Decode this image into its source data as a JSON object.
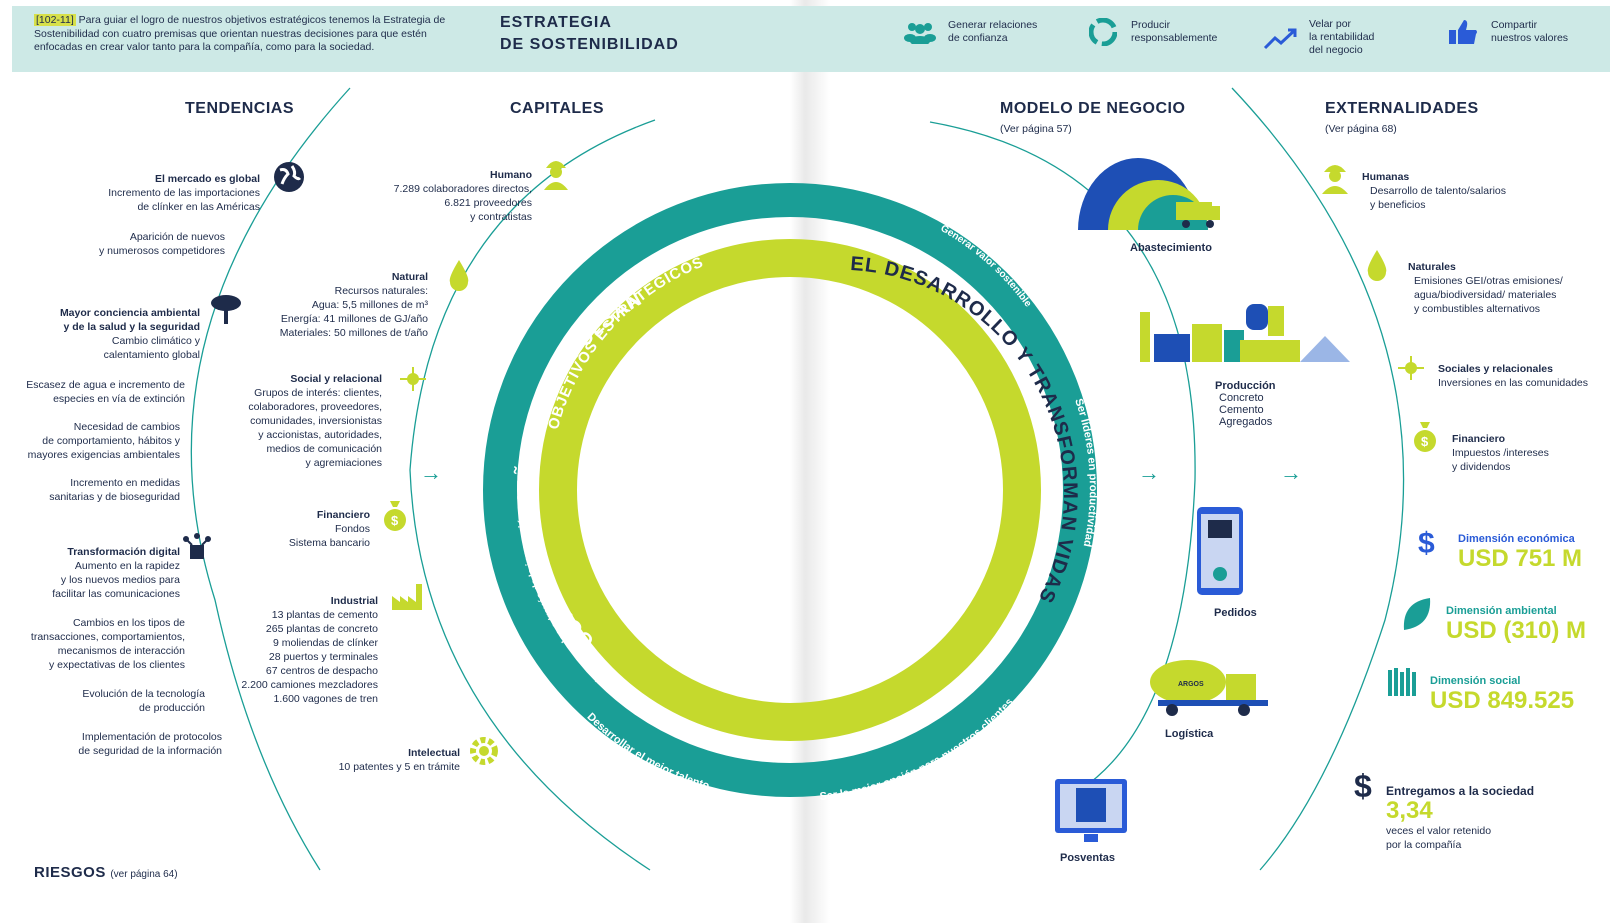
{
  "banner": {
    "tag": "[102-11]",
    "intro": "Para guiar el logro de nuestros objetivos estratégicos tenemos la Estrategia de Sostenibilidad con cuatro premisas que orientan nuestras decisiones para que estén enfocadas en crear valor tanto para la compañía, como para la sociedad.",
    "title_line1": "ESTRATEGIA",
    "title_line2": "DE SOSTENIBILIDAD",
    "premises": [
      {
        "icon": "people-icon",
        "label": "Generar relaciones\nde confianza"
      },
      {
        "icon": "recycle-icon",
        "label": "Producir\nresponsablemente"
      },
      {
        "icon": "trend-up-icon",
        "label": "Velar por\nla rentabilidad\ndel negocio"
      },
      {
        "icon": "thumbs-up-icon",
        "label": "Compartir\nnuestros valores"
      }
    ]
  },
  "tendencias": {
    "heading": "TENDENCIAS",
    "items": [
      {
        "title": "El mercado es global",
        "text": "Incremento de las importaciones\nde clínker en las Américas"
      },
      {
        "title": "",
        "text": "Aparición de nuevos\ny numerosos competidores"
      },
      {
        "title": "Mayor conciencia ambiental\ny de la salud y la seguridad",
        "text": "Cambio climático y\ncalentamiento global"
      },
      {
        "title": "",
        "text": "Escasez de agua e incremento de\nespecies en vía de extinción"
      },
      {
        "title": "",
        "text": "Necesidad de cambios\nde comportamiento, hábitos y\nmayores exigencias ambientales"
      },
      {
        "title": "",
        "text": "Incremento en medidas\nsanitarias y de bioseguridad"
      },
      {
        "title": "Transformación digital",
        "text": "Aumento en la rapidez\ny los nuevos medios para\nfacilitar las comunicaciones"
      },
      {
        "title": "",
        "text": "Cambios en los tipos de\ntransacciones, comportamientos,\nmecanismos de interacción\ny expectativas de los clientes"
      },
      {
        "title": "",
        "text": "Evolución de la tecnología\nde producción"
      },
      {
        "title": "",
        "text": "Implementación de protocolos\nde seguridad de la información"
      }
    ]
  },
  "riesgos": {
    "label": "RIESGOS",
    "ref": "(ver página 64)"
  },
  "capitales": {
    "heading": "CAPITALES",
    "items": [
      {
        "title": "Humano",
        "text": "7.289 colaboradores directos,\n6.821 proveedores\ny contratistas"
      },
      {
        "title": "Natural",
        "text": "Recursos naturales:\nAgua: 5,5 millones de m³\nEnergía: 41 millones de GJ/año\nMateriales: 50 millones de t/año"
      },
      {
        "title": "Social y relacional",
        "text": "Grupos de interés: clientes,\ncolaboradores, proveedores,\ncomunidades, inversionistas\ny accionistas, autoridades,\nmedios de comunicación\ny agremiaciones"
      },
      {
        "title": "Financiero",
        "text": "Fondos\nSistema bancario"
      },
      {
        "title": "Industrial",
        "text": "13 plantas de cemento\n265 plantas de concreto\n9 moliendas de clínker\n28 puertos y terminales\n67 centros de despacho\n2.200 camiones mezcladores\n1.600 vagones de tren"
      },
      {
        "title": "Intelectual",
        "text": "10 patentes y 5 en trámite"
      }
    ]
  },
  "ring": {
    "outer_top": "OBJETIVOS ESTRATÉGICOS",
    "outer_left": "Liderar los mercados a través de la innovación",
    "outer_right_top": "Generar valor sostenible",
    "outer_right": "Ser líderes en productividad",
    "outer_bottom_left": "Desarrollar el mejor talento",
    "outer_bottom_right": "Ser la mejor opción para nuestros clientes",
    "inner_left": "CONSTRUIR SUEÑOS QUE IMPULSAN",
    "inner_right": "EL DESARROLLO Y TRANSFORMAN VIDAS",
    "outer_color": "#1a9e96",
    "inner_color": "#c5d92d"
  },
  "modelo": {
    "heading": "MODELO DE NEGOCIO",
    "ref": "(Ver página 57)",
    "steps": [
      {
        "label": "Abastecimiento",
        "text": ""
      },
      {
        "label": "Producción",
        "text": "Concreto\nCemento\nAgregados"
      },
      {
        "label": "Pedidos",
        "text": ""
      },
      {
        "label": "Logística",
        "text": ""
      },
      {
        "label": "Posventas",
        "text": ""
      }
    ],
    "truck_brand": "ARGOS"
  },
  "externalidades": {
    "heading": "EXTERNALIDADES",
    "ref": "(Ver página 68)",
    "items": [
      {
        "title": "Humanas",
        "text": "Desarrollo de talento/salarios\ny beneficios"
      },
      {
        "title": "Naturales",
        "text": "Emisiones GEI/otras emisiones/\nagua/biodiversidad/ materiales\ny combustibles alternativos"
      },
      {
        "title": "Sociales y relacionales",
        "text": "Inversiones en las comunidades"
      },
      {
        "title": "Financiero",
        "text": "Impuestos /intereses\ny dividendos"
      }
    ],
    "dimensions": [
      {
        "label": "Dimensión económica",
        "value": "USD 751 M"
      },
      {
        "label": "Dimensión ambiental",
        "value": "USD (310) M"
      },
      {
        "label": "Dimensión social",
        "value": "USD 849.525"
      }
    ],
    "society": {
      "title": "Entregamos a la sociedad",
      "value": "3,34",
      "text": "veces el valor retenido\npor la compañía"
    }
  }
}
